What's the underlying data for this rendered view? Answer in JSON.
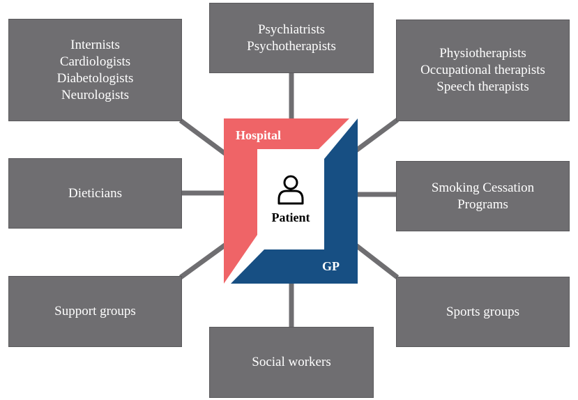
{
  "center": {
    "hospital": "Hospital",
    "gp": "GP",
    "patient": "Patient",
    "patient_icon": "person-icon"
  },
  "boxes": {
    "internists": [
      "Internists",
      "Cardiologists",
      "Diabetologists",
      "Neurologists"
    ],
    "psych": [
      "Psychiatrists",
      "Psychotherapists"
    ],
    "physio": [
      "Physiotherapists",
      "Occupational therapists",
      "Speech therapists"
    ],
    "dieticians": [
      "Dieticians"
    ],
    "smoking": [
      "Smoking Cessation",
      "Programs"
    ],
    "support": [
      "Support groups"
    ],
    "sports": [
      "Sports groups"
    ],
    "social": [
      "Social workers"
    ]
  },
  "colors": {
    "hospital": "#ef6467",
    "gp": "#174f83",
    "box": "#6f6e71",
    "connector": "#6f6e71"
  }
}
